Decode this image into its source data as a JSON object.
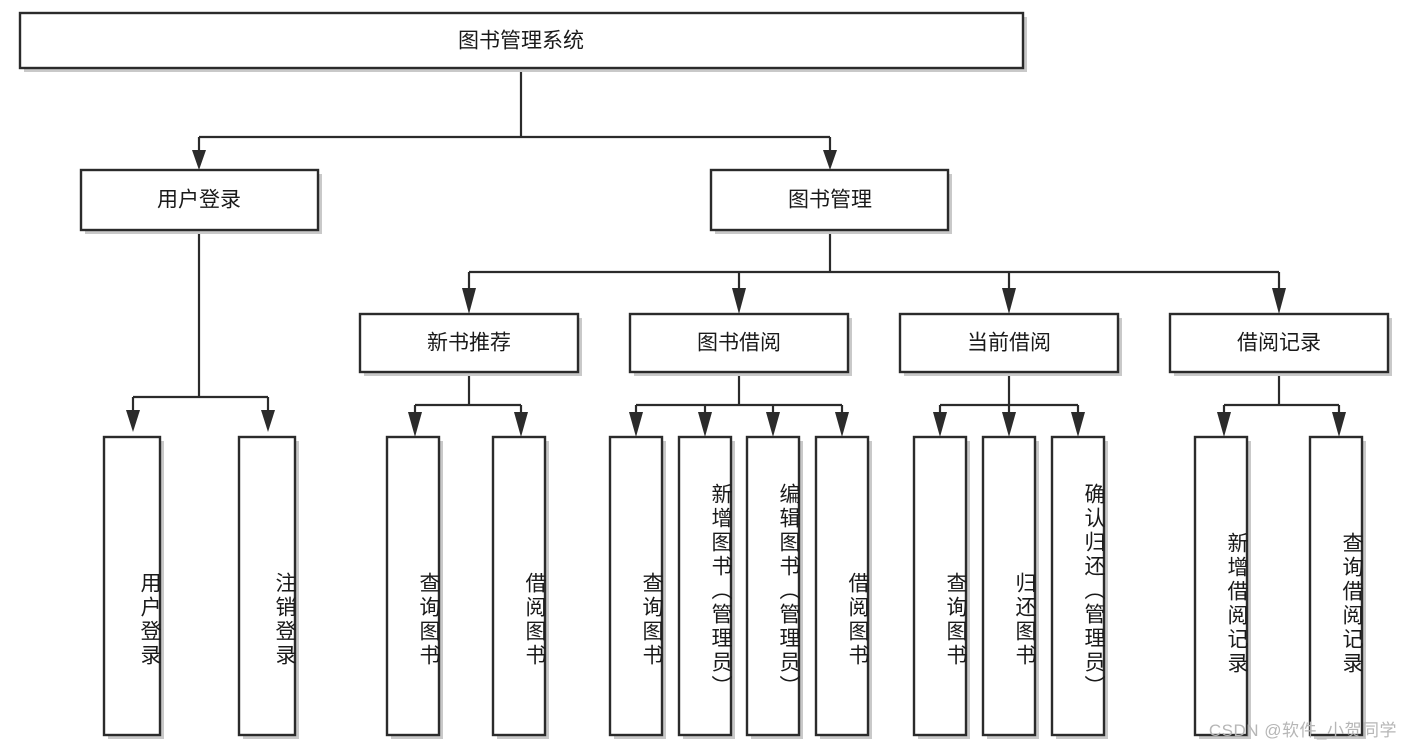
{
  "diagram": {
    "title": "图书管理系统",
    "watermark": "CSDN @软件_小贺同学",
    "root": {
      "label": "图书管理系统"
    },
    "level2": [
      {
        "label": "用户登录"
      },
      {
        "label": "图书管理"
      }
    ],
    "level3": [
      {
        "label": "新书推荐"
      },
      {
        "label": "图书借阅"
      },
      {
        "label": "当前借阅"
      },
      {
        "label": "借阅记录"
      }
    ],
    "leaves": {
      "user_login": [
        {
          "label": "用户登录"
        },
        {
          "label": "注销登录"
        }
      ],
      "new_book": [
        {
          "label": "查询图书"
        },
        {
          "label": "借阅图书"
        }
      ],
      "book_borrow": [
        {
          "label": "查询图书"
        },
        {
          "label": "新增图书（管理员）"
        },
        {
          "label": "编辑图书（管理员）"
        },
        {
          "label": "借阅图书"
        }
      ],
      "current_borrow": [
        {
          "label": "查询图书"
        },
        {
          "label": "归还图书"
        },
        {
          "label": "确认归还（管理员）"
        }
      ],
      "borrow_record": [
        {
          "label": "新增借阅记录"
        },
        {
          "label": "查询借阅记录"
        }
      ]
    },
    "colors": {
      "stroke": "#2b2b2b",
      "fill": "#ffffff",
      "text": "#1a1a1a",
      "watermark": "#b6b6b6"
    }
  }
}
